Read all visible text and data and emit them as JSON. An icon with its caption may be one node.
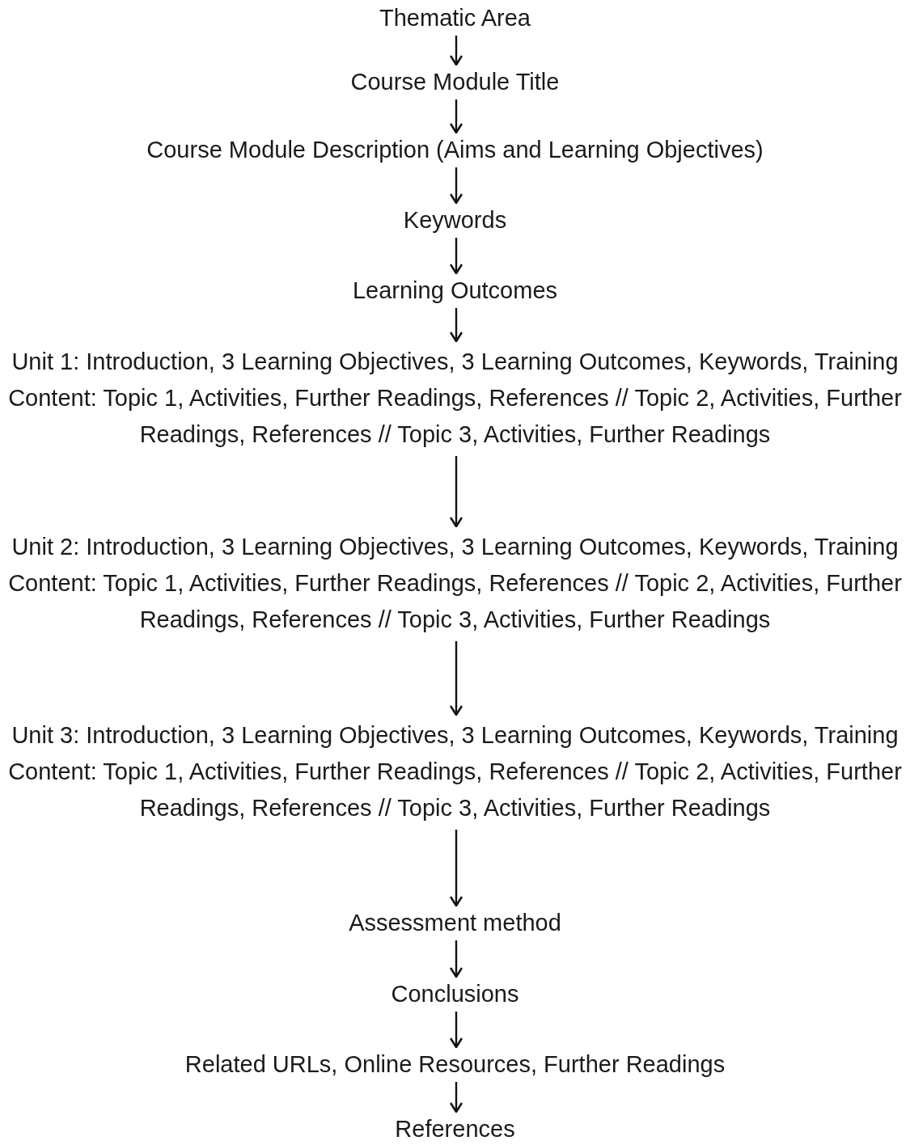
{
  "diagram": {
    "nodes": [
      {
        "text": [
          "Thematic Area"
        ]
      },
      {
        "text": [
          "Course Module Title"
        ]
      },
      {
        "text": [
          "Course Module Description (Aims and Learning Objectives)"
        ]
      },
      {
        "text": [
          "Keywords"
        ]
      },
      {
        "text": [
          "Learning Outcomes"
        ]
      },
      {
        "text": [
          "Unit 1: Introduction, 3 Learning Objectives, 3 Learning Outcomes, Keywords, Training Content: Topic 1, Activities, Further Readings, References // Topic 2, Activities, Further Readings, References // Topic 3, Activities, Further Readings"
        ]
      },
      {
        "text": [
          "Unit 2: Introduction, 3 Learning Objectives, 3 Learning Outcomes, Keywords, Training Content: Topic 1, Activities, Further Readings, References // Topic 2, Activities, Further Readings, References // Topic 3, Activities, Further Readings"
        ]
      },
      {
        "text": [
          "Unit 3: Introduction, 3 Learning Objectives, 3 Learning Outcomes, Keywords, Training Content: Topic 1, Activities, Further Readings, References // Topic 2, Activities, Further Readings, References // Topic 3, Activities, Further Readings"
        ]
      },
      {
        "text": [
          "Assessment method"
        ]
      },
      {
        "text": [
          "Conclusions"
        ]
      },
      {
        "text": [
          "Related URLs, Online Resources, Further Readings"
        ]
      },
      {
        "text": [
          "References"
        ]
      }
    ],
    "edges": [
      {
        "from": 0,
        "to": 1,
        "arrow": "to"
      },
      {
        "from": 1,
        "to": 2,
        "arrow": "to"
      },
      {
        "from": 2,
        "to": 3,
        "arrow": "to"
      },
      {
        "from": 3,
        "to": 4,
        "arrow": "to"
      },
      {
        "from": 4,
        "to": 5,
        "arrow": "to"
      },
      {
        "from": 5,
        "to": 6,
        "arrow": "to"
      },
      {
        "from": 6,
        "to": 7,
        "arrow": "to"
      },
      {
        "from": 7,
        "to": 8,
        "arrow": "to"
      },
      {
        "from": 8,
        "to": 9,
        "arrow": "to"
      },
      {
        "from": 9,
        "to": 10,
        "arrow": "to"
      },
      {
        "from": 10,
        "to": 11,
        "arrow": "to"
      }
    ]
  }
}
